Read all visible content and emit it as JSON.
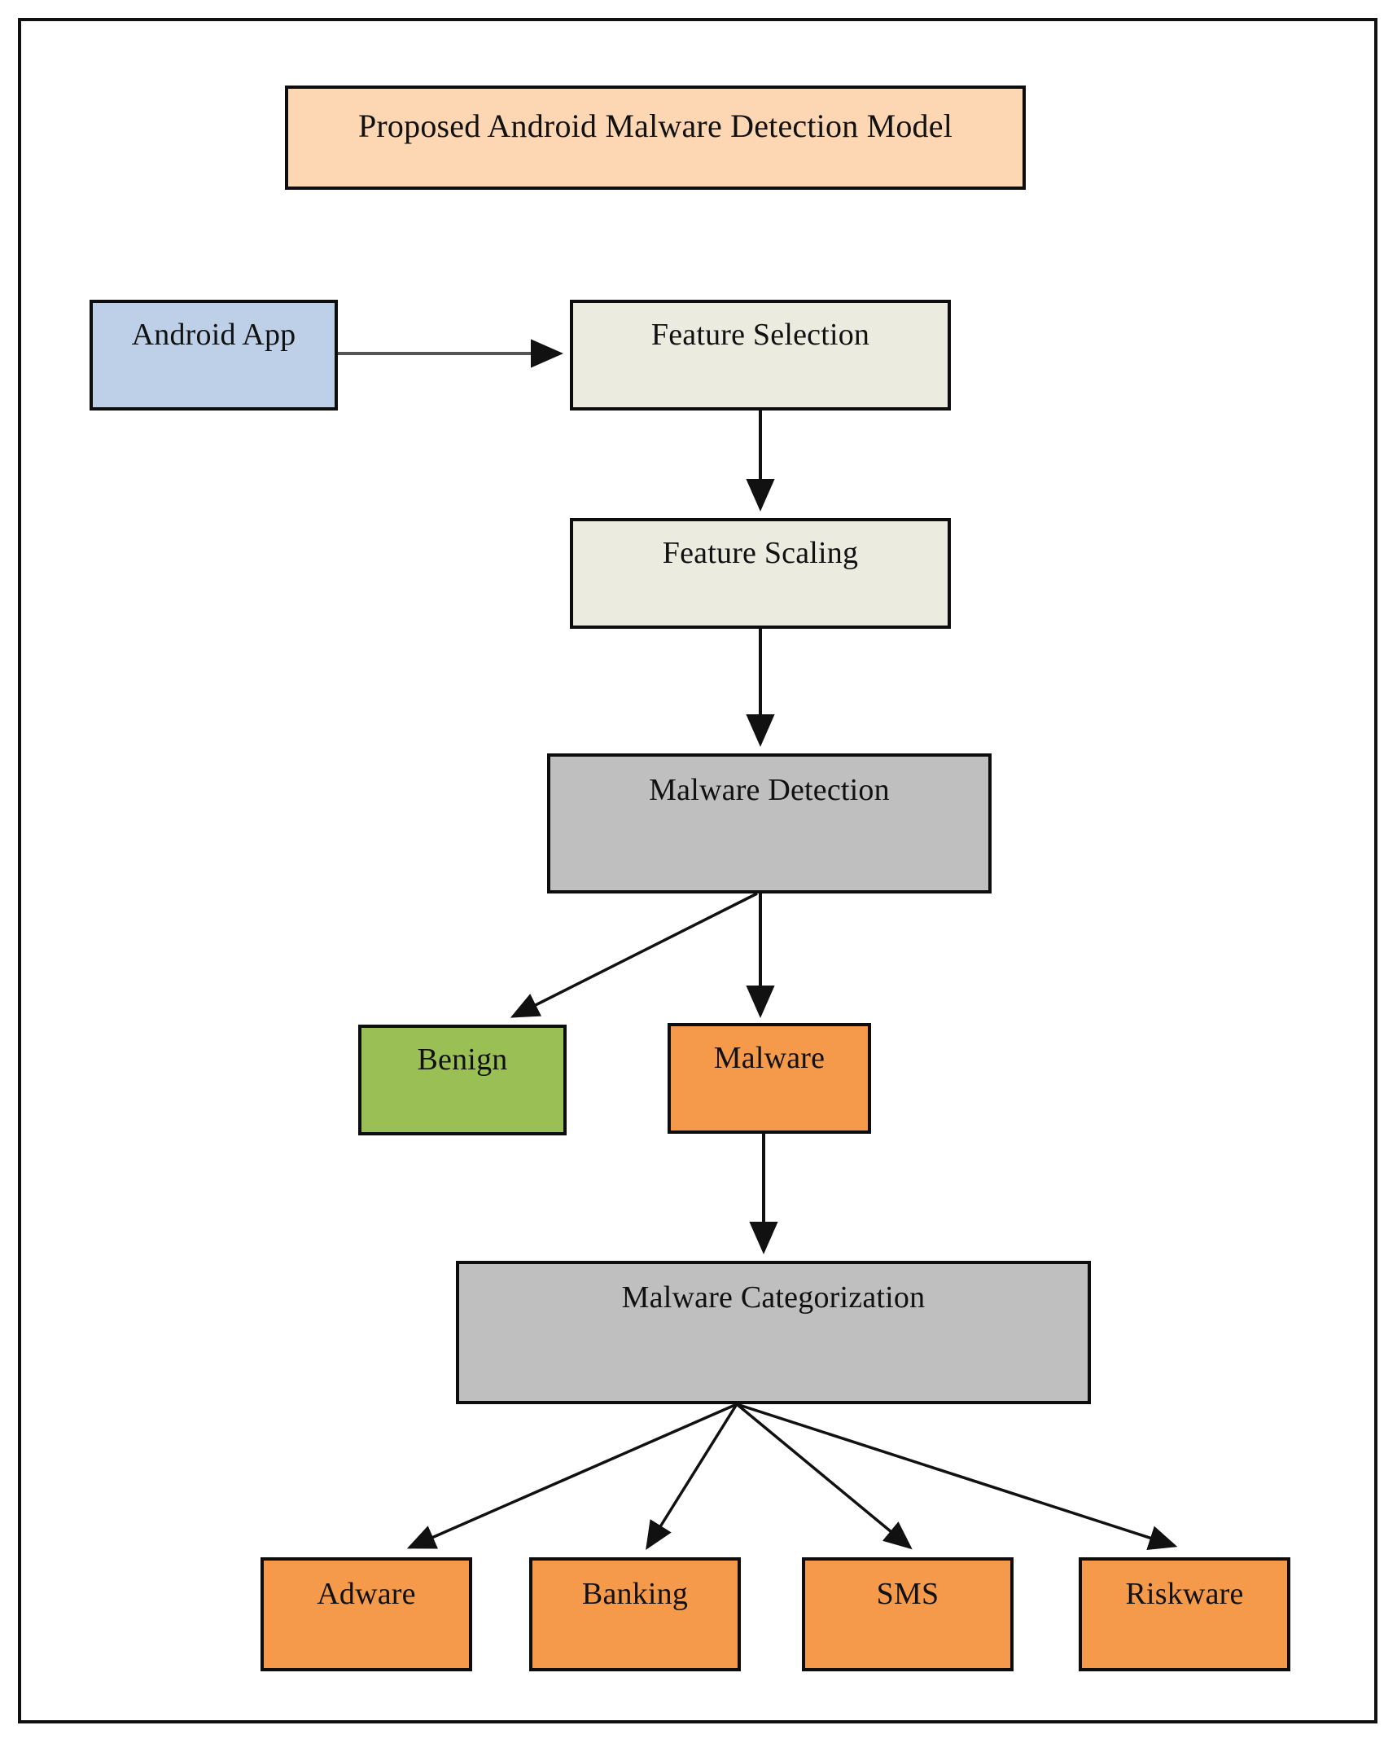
{
  "figure": {
    "title": "Proposed Android Malware Detection Model",
    "border_color": "#111111",
    "background": "#ffffff"
  },
  "palette": {
    "title_box": "#fdd6b3",
    "input_box": "#bdd0e7",
    "process_box": "#ecebe0",
    "stage_box": "#bfbfbf",
    "benign_box": "#9abf54",
    "malware_box": "#f59a4a",
    "edge": "#111111",
    "text": "#111111"
  },
  "nodes": {
    "title": {
      "label": "Proposed Android Malware Detection Model"
    },
    "android_app": {
      "label": "Android App"
    },
    "feature_selection": {
      "label": "Feature Selection"
    },
    "feature_scaling": {
      "label": "Feature Scaling"
    },
    "malware_detection": {
      "label": "Malware Detection"
    },
    "benign": {
      "label": "Benign"
    },
    "malware": {
      "label": "Malware"
    },
    "malware_categorization": {
      "label": "Malware Categorization"
    },
    "categories": [
      {
        "label": "Adware"
      },
      {
        "label": "Banking"
      },
      {
        "label": "SMS"
      },
      {
        "label": "Riskware"
      }
    ]
  },
  "chart_data": {
    "type": "diagram",
    "title": "Proposed Android Malware Detection Model",
    "diagram_kind": "flowchart",
    "orientation": "top-to-bottom",
    "nodes": [
      {
        "id": "title",
        "label": "Proposed Android Malware Detection Model",
        "fill": "#fdd6b3"
      },
      {
        "id": "android_app",
        "label": "Android App",
        "fill": "#bdd0e7"
      },
      {
        "id": "feature_selection",
        "label": "Feature Selection",
        "fill": "#ecebe0"
      },
      {
        "id": "feature_scaling",
        "label": "Feature Scaling",
        "fill": "#ecebe0"
      },
      {
        "id": "malware_detection",
        "label": "Malware Detection",
        "fill": "#bfbfbf"
      },
      {
        "id": "benign",
        "label": "Benign",
        "fill": "#9abf54"
      },
      {
        "id": "malware",
        "label": "Malware",
        "fill": "#f59a4a"
      },
      {
        "id": "malware_categorization",
        "label": "Malware Categorization",
        "fill": "#bfbfbf"
      },
      {
        "id": "adware",
        "label": "Adware",
        "fill": "#f59a4a"
      },
      {
        "id": "banking",
        "label": "Banking",
        "fill": "#f59a4a"
      },
      {
        "id": "sms",
        "label": "SMS",
        "fill": "#f59a4a"
      },
      {
        "id": "riskware",
        "label": "Riskware",
        "fill": "#f59a4a"
      }
    ],
    "edges": [
      {
        "from": "android_app",
        "to": "feature_selection",
        "style": "arrow"
      },
      {
        "from": "feature_selection",
        "to": "feature_scaling",
        "style": "arrow"
      },
      {
        "from": "feature_scaling",
        "to": "malware_detection",
        "style": "arrow"
      },
      {
        "from": "malware_detection",
        "to": "benign",
        "style": "arrow"
      },
      {
        "from": "malware_detection",
        "to": "malware",
        "style": "arrow"
      },
      {
        "from": "malware",
        "to": "malware_categorization",
        "style": "arrow"
      },
      {
        "from": "malware_categorization",
        "to": "adware",
        "style": "arrow"
      },
      {
        "from": "malware_categorization",
        "to": "banking",
        "style": "arrow"
      },
      {
        "from": "malware_categorization",
        "to": "sms",
        "style": "arrow"
      },
      {
        "from": "malware_categorization",
        "to": "riskware",
        "style": "arrow"
      }
    ]
  }
}
